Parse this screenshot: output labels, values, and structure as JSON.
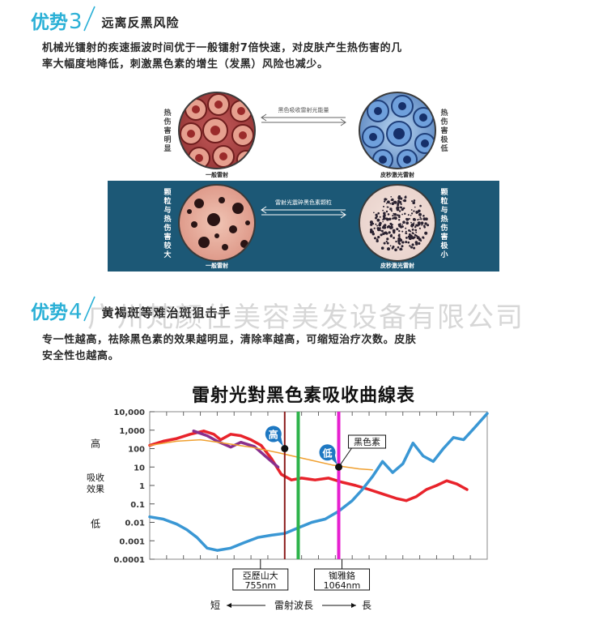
{
  "section3": {
    "word": "优势",
    "number": "3",
    "heading": "远离反黑风险",
    "para_line1": "机械光镭射的疾速振波时间优于一般镭射7倍快速，对皮肤产生热伤害的几",
    "para_line2": "率大幅度地降低，刺激黑色素的增生（发黑）风险也减少。"
  },
  "illustration": {
    "top_left_label": "热伤害明显",
    "top_right_label": "热伤害极低",
    "top_left_caption": "一般雷射",
    "top_right_caption": "皮秒激光雷射",
    "top_arrow_text": "黑色吸收雷射光能量",
    "bottom_left_label": "颗粒与热伤害较大",
    "bottom_right_label": "颗粒与热伤害极小",
    "bottom_left_caption": "一般雷射",
    "bottom_right_caption": "皮秒激光雷射",
    "bottom_arrow_text": "雷射光震碎黑色素颗粒"
  },
  "section4": {
    "word": "优势",
    "number": "4",
    "heading": "黄褐斑等难治斑狙击手",
    "para_line1": "专一性越高，祛除黑色素的效果越明显，清除率越高，可缩短治疗次数。皮肤",
    "para_line2": "安全性也越高。"
  },
  "watermark": "广州梵颜仕美容美发设备有限公司",
  "chart_data": {
    "type": "line",
    "title": "雷射光對黑色素吸收曲線表",
    "ylabel": "吸收效果",
    "ylabel_high": "高",
    "ylabel_low": "低",
    "xlabel": "雷射波長",
    "xlabel_short": "短",
    "xlabel_long": "長",
    "y_scale": "log",
    "ylim": [
      0.0001,
      10000
    ],
    "yticks": [
      "10,000",
      "1,000",
      "100",
      "10",
      "1",
      "0.1",
      "0.01",
      "0.001",
      "0.0001"
    ],
    "ytick_values": [
      10000,
      1000,
      100,
      10,
      1,
      0.1,
      0.01,
      0.001,
      0.0001
    ],
    "x_range": [
      0,
      100
    ],
    "colors": {
      "red": "#e8232b",
      "purple": "#8a2f8c",
      "orange": "#f0a030",
      "blue": "#3a97d4",
      "line755": "#8b1a1a",
      "line532": "#2db34a",
      "line1064": "#e61fd0",
      "marker_badge": "#1e78c2"
    },
    "series": [
      {
        "color": "red",
        "points": [
          [
            0,
            150
          ],
          [
            4,
            250
          ],
          [
            8,
            350
          ],
          [
            12,
            600
          ],
          [
            16,
            900
          ],
          [
            19,
            600
          ],
          [
            21,
            300
          ],
          [
            24,
            600
          ],
          [
            27,
            500
          ],
          [
            30,
            300
          ],
          [
            33,
            150
          ],
          [
            36,
            30
          ],
          [
            39,
            4
          ],
          [
            42,
            2
          ],
          [
            45,
            2.5
          ],
          [
            49,
            2
          ],
          [
            53,
            2.5
          ],
          [
            57,
            1.5
          ],
          [
            61,
            1
          ],
          [
            65,
            0.6
          ],
          [
            69,
            0.35
          ],
          [
            73,
            0.2
          ],
          [
            76,
            0.15
          ],
          [
            79,
            0.25
          ],
          [
            82,
            0.6
          ],
          [
            85,
            1
          ],
          [
            88,
            1.8
          ],
          [
            91,
            1.2
          ],
          [
            94,
            0.6
          ]
        ]
      },
      {
        "color": "purple",
        "points": [
          [
            13,
            900
          ],
          [
            17,
            500
          ],
          [
            20,
            250
          ],
          [
            24,
            120
          ],
          [
            27,
            220
          ],
          [
            31,
            130
          ],
          [
            35,
            30
          ],
          [
            38,
            10
          ]
        ]
      },
      {
        "color": "orange",
        "points": [
          [
            0,
            150
          ],
          [
            8,
            250
          ],
          [
            15,
            300
          ],
          [
            22,
            200
          ],
          [
            30,
            120
          ],
          [
            38,
            60
          ],
          [
            46,
            28
          ],
          [
            54,
            13
          ],
          [
            62,
            8
          ],
          [
            66,
            7
          ]
        ]
      },
      {
        "color": "blue",
        "points": [
          [
            0,
            0.02
          ],
          [
            4,
            0.015
          ],
          [
            8,
            0.008
          ],
          [
            11,
            0.004
          ],
          [
            14,
            0.0015
          ],
          [
            17,
            0.0004
          ],
          [
            20,
            0.0003
          ],
          [
            24,
            0.0004
          ],
          [
            28,
            0.0008
          ],
          [
            32,
            0.0015
          ],
          [
            36,
            0.002
          ],
          [
            40,
            0.0025
          ],
          [
            44,
            0.005
          ],
          [
            48,
            0.01
          ],
          [
            52,
            0.015
          ],
          [
            56,
            0.04
          ],
          [
            60,
            0.15
          ],
          [
            63,
            0.6
          ],
          [
            66,
            3
          ],
          [
            69,
            20
          ],
          [
            72,
            5
          ],
          [
            75,
            15
          ],
          [
            78,
            200
          ],
          [
            81,
            40
          ],
          [
            84,
            20
          ],
          [
            87,
            100
          ],
          [
            90,
            400
          ],
          [
            93,
            300
          ],
          [
            96,
            1200
          ],
          [
            100,
            8000
          ]
        ]
      }
    ],
    "vertical_lines": [
      {
        "color": "line755",
        "x": 40
      },
      {
        "color": "line532",
        "x": 44
      },
      {
        "color": "line1064",
        "x": 56
      }
    ],
    "markers": [
      {
        "label": "高",
        "x": 40,
        "y": 100
      },
      {
        "label": "低",
        "x": 56,
        "y": 10
      }
    ],
    "annotations": {
      "melanin_label": "黑色素",
      "box1_line1": "亞歷山大",
      "box1_line2": "755nm",
      "box2_line1": "铷雅鉻",
      "box2_line2": "1064nm"
    }
  }
}
